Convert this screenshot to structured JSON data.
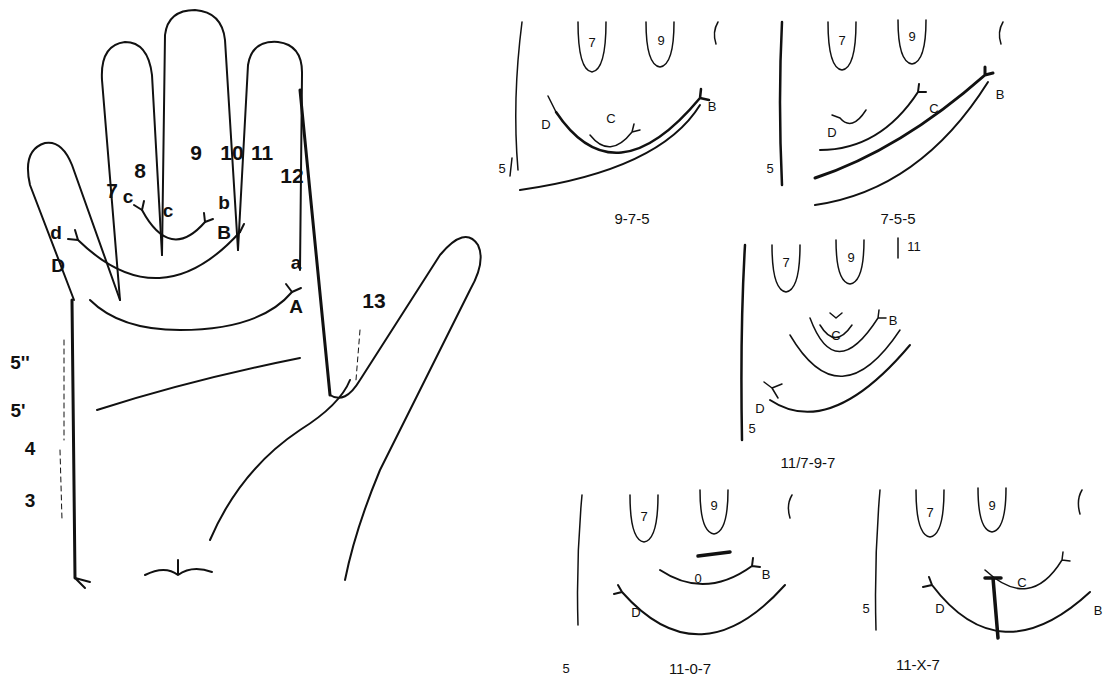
{
  "diagram": {
    "labels": [
      "7",
      "8",
      "9",
      "10",
      "11",
      "12",
      "c",
      "c",
      "b",
      "B",
      "d",
      "D",
      "a",
      "A",
      "13",
      "5''",
      "5'",
      "4",
      "3",
      "7",
      "9",
      "C",
      "D",
      "B",
      "5",
      "9-7-5",
      "7",
      "9",
      "D",
      "C",
      "B",
      "5",
      "7-5-5",
      "7",
      "9",
      "11",
      "C",
      "B",
      "D",
      "5",
      "11/7-9-7",
      "7",
      "9",
      "0",
      "B",
      "D",
      "5",
      "11-0-7",
      "7",
      "9",
      "C",
      "D",
      "B",
      "5",
      "11-X-7"
    ]
  }
}
